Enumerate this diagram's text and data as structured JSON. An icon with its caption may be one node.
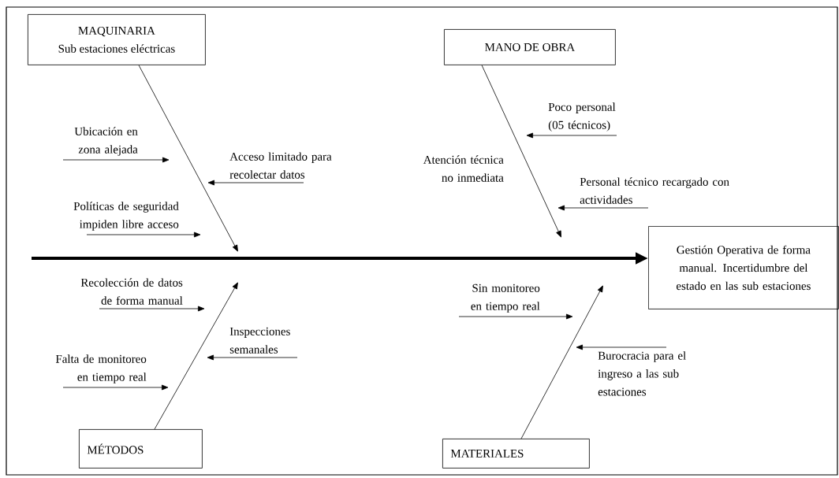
{
  "diagram": {
    "nodes": [
      {
        "text": [
          "MAQUINARIA",
          "Sub estaciones eléctricas"
        ]
      },
      {
        "text": [
          "MANO DE OBRA"
        ]
      },
      {
        "text": [
          "Gestión Operativa de forma manual. Incertidumbre del estado en las sub estaciones"
        ]
      },
      {
        "text": [
          "MÉTODOS"
        ]
      },
      {
        "text": [
          "MATERIALES"
        ]
      },
      {
        "text": [
          "Ubicación en zona alejada"
        ]
      },
      {
        "text": [
          "Acceso limitado para recolectar datos"
        ]
      },
      {
        "text": [
          "Políticas de seguridad impiden libre acceso"
        ]
      },
      {
        "text": [
          "Poco personal (05 técnicos)"
        ]
      },
      {
        "text": [
          "Personal técnico recargado con actividades"
        ]
      },
      {
        "text": [
          "Recolección de datos de forma manual"
        ]
      },
      {
        "text": [
          "Inspecciones semanales"
        ]
      },
      {
        "text": [
          "Falta de monitoreo en tiempo real"
        ]
      },
      {
        "text": [
          "Sin monitoreo en tiempo real"
        ]
      },
      {
        "text": [
          "Burocracia para el ingreso a las sub estaciones"
        ]
      }
    ],
    "edges": [
      {
        "from": null,
        "to": 2,
        "arrow": "to",
        "style": "thick"
      },
      {
        "from": 0,
        "to": null,
        "arrow": "to"
      },
      {
        "from": 1,
        "to": null,
        "arrow": "to"
      },
      {
        "from": 3,
        "to": null,
        "arrow": "to"
      },
      {
        "from": 4,
        "to": null,
        "arrow": "to"
      },
      {
        "from": 5,
        "to": null,
        "arrow": "to"
      },
      {
        "from": 6,
        "to": null,
        "arrow": "to"
      },
      {
        "from": 7,
        "to": null,
        "arrow": "to"
      },
      {
        "from": 8,
        "to": null,
        "arrow": "to"
      },
      {
        "from": 9,
        "to": null,
        "arrow": "to"
      },
      {
        "from": 10,
        "to": null,
        "arrow": "to"
      },
      {
        "from": 11,
        "to": null,
        "arrow": "to"
      },
      {
        "from": 12,
        "to": null,
        "arrow": "to"
      },
      {
        "from": 13,
        "to": null,
        "arrow": "to"
      },
      {
        "from": 14,
        "to": null,
        "arrow": "to"
      }
    ],
    "labels": [
      "Atención técnica no inmediata"
    ]
  }
}
